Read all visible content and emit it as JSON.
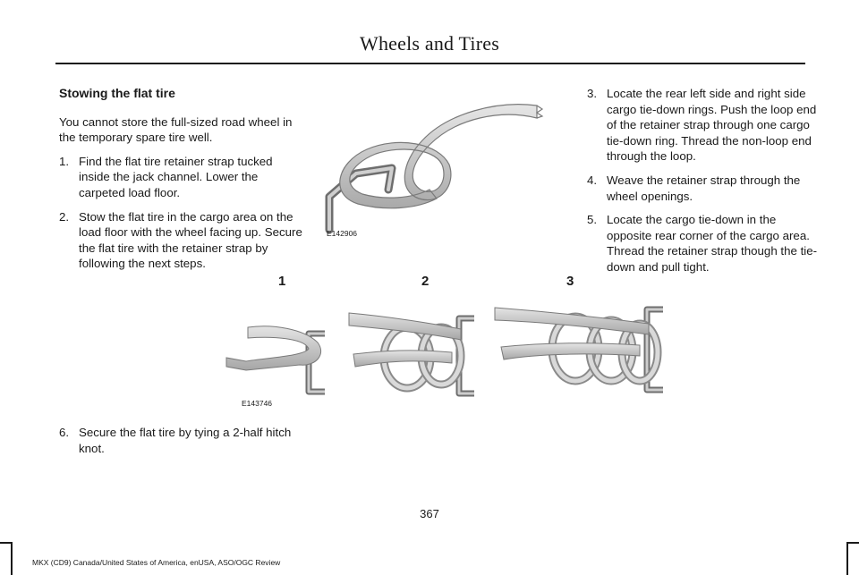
{
  "header": {
    "title": "Wheels and Tires"
  },
  "left": {
    "heading": "Stowing the flat tire",
    "intro": "You cannot store the full-sized road wheel in the temporary spare tire well.",
    "steps": [
      {
        "num": "1.",
        "text": "Find the flat tire retainer strap tucked inside the jack channel. Lower the carpeted load floor."
      },
      {
        "num": "2.",
        "text": "Stow the flat tire in the cargo area on the load floor with the wheel facing up. Secure the flat tire with the retainer strap by following the next steps."
      }
    ]
  },
  "right": {
    "steps": [
      {
        "num": "3.",
        "text": "Locate the rear left side and right side cargo tie-down rings. Push the loop end of the retainer strap through one cargo tie-down ring. Thread the non-loop end through the loop."
      },
      {
        "num": "4.",
        "text": "Weave the retainer strap through the wheel openings."
      },
      {
        "num": "5.",
        "text": "Locate the cargo tie-down in the opposite rear corner of the cargo area. Thread the retainer strap though the tie-down and pull tight."
      }
    ]
  },
  "figures": {
    "strap_ring": {
      "label": "E142906"
    },
    "knot_sequence": {
      "label": "E143746",
      "steps": [
        "1",
        "2",
        "3"
      ]
    }
  },
  "step6": {
    "num": "6.",
    "text": "Secure the flat tire by tying a 2-half hitch knot."
  },
  "footer": {
    "page_number": "367",
    "text": "MKX (CD9) Canada/United States of America, enUSA, ASO/OGC Review"
  }
}
